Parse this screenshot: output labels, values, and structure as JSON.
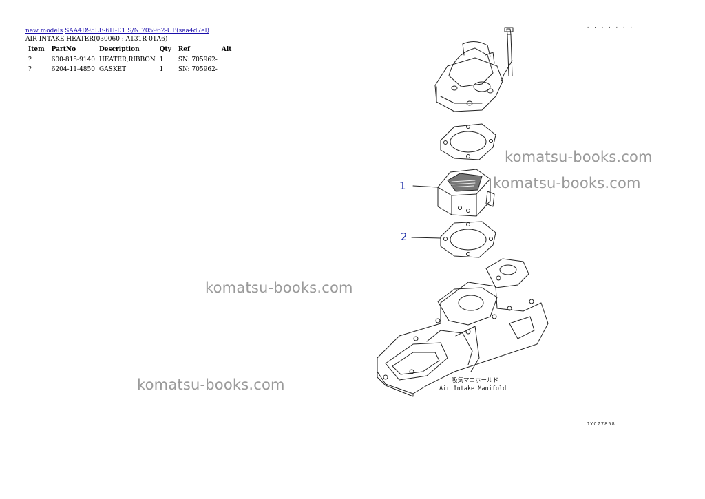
{
  "breadcrumb": {
    "link1": "new models",
    "link2": "SAA4D95LE-6H-E1 S/N 705962-UP(saa4d7el)"
  },
  "page_title": "AIR INTAKE HEATER(030060 : A131R-01A6)",
  "table": {
    "headers": [
      "Item",
      "PartNo",
      "Description",
      "Qty",
      "Ref",
      "Alt"
    ],
    "rows": [
      [
        "?",
        "600-815-9140",
        "HEATER,RIBBON",
        "1",
        "SN: 705962-",
        ""
      ],
      [
        "?",
        "6204-11-4850",
        "GASKET",
        "1",
        "SN: 705962-",
        ""
      ]
    ]
  },
  "diagram": {
    "callouts": [
      "1",
      "2"
    ],
    "caption_jp": "吸気マニホールド",
    "caption_en": "Air Intake Manifold",
    "drawing_code": "JYC77858",
    "top_code": ". . . . . . ."
  },
  "watermarks": [
    "komatsu-books.com",
    "komatsu-books.com",
    "komatsu-books.com",
    "komatsu-books.com"
  ]
}
